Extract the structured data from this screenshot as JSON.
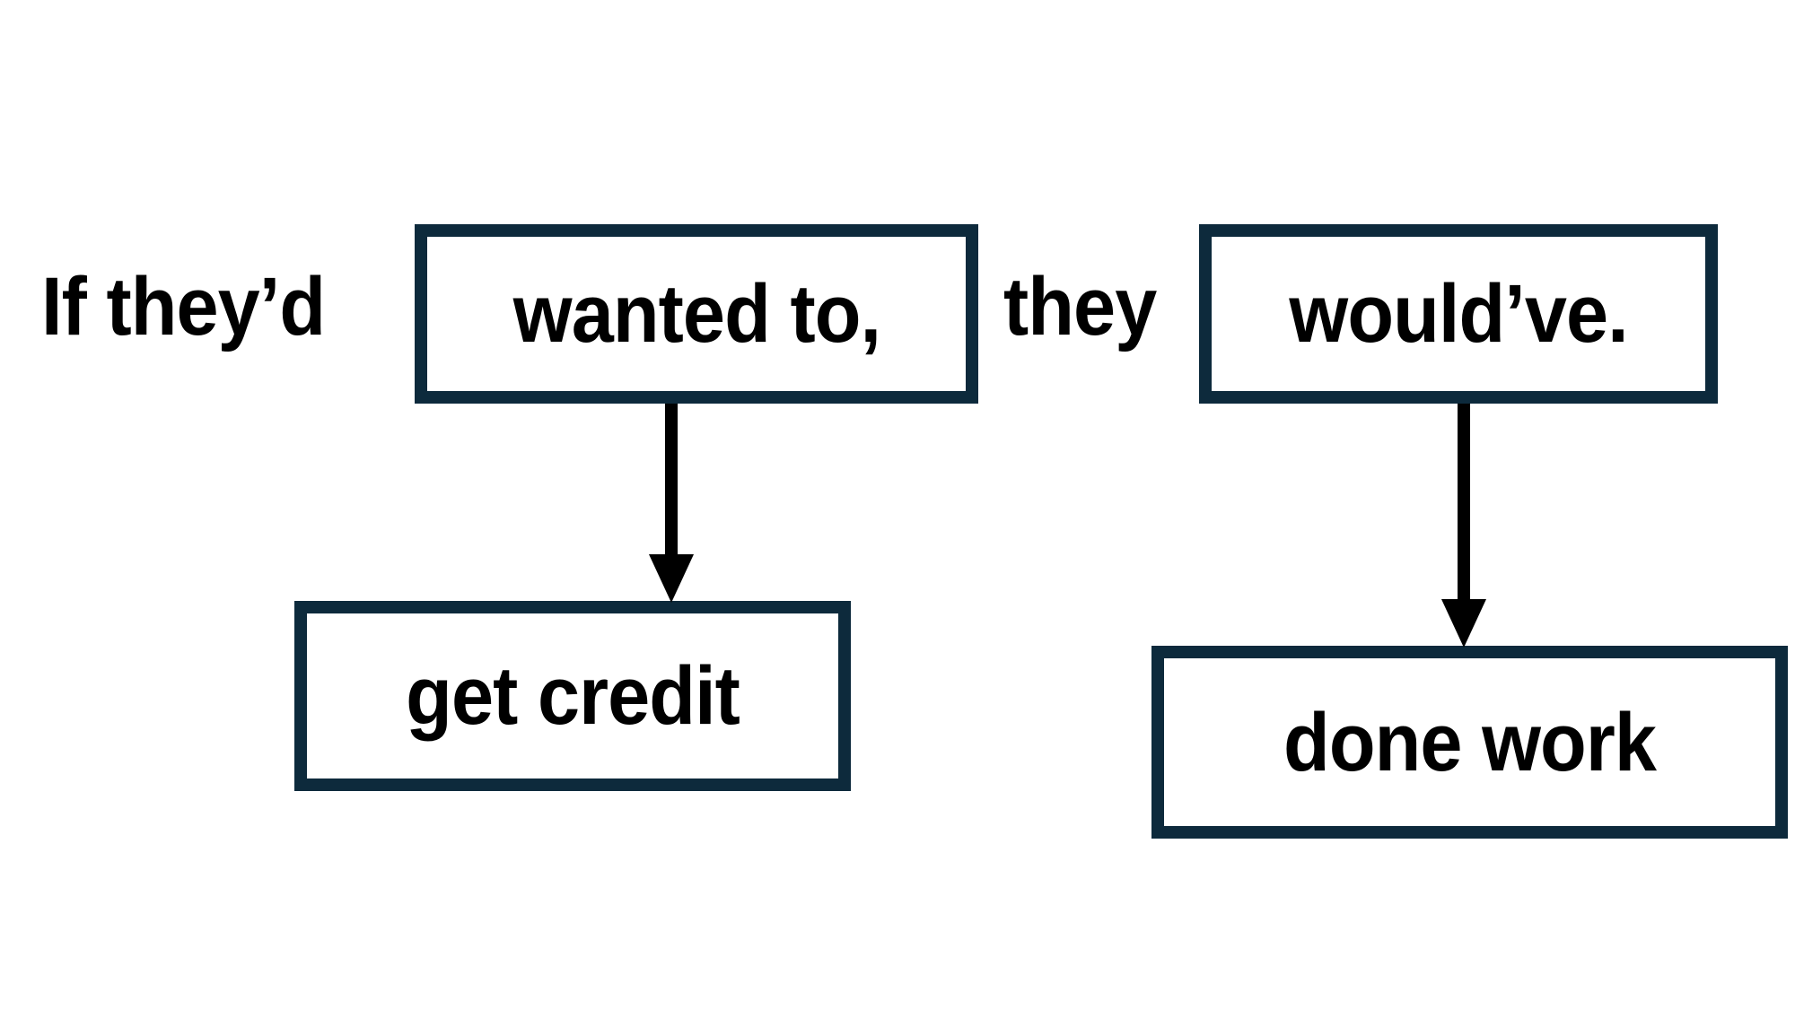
{
  "diagram": {
    "type": "ellipsis-annotation-diagram",
    "background_color": "#ffffff",
    "box_border_color": "#0d2a3c",
    "text_color": "#000000",
    "arrow_color": "#000000",
    "sentence": "If they’d wanted to, they would’ve.",
    "fragments": [
      {
        "id": "if-theyd",
        "text": "If they’d",
        "boxed": false
      },
      {
        "id": "wanted-to",
        "text": "wanted to,",
        "boxed": true
      },
      {
        "id": "they",
        "text": "they",
        "boxed": false
      },
      {
        "id": "wouldve",
        "text": "would’ve.",
        "boxed": true
      }
    ],
    "elided_boxes": [
      {
        "id": "get-credit",
        "text": "get credit",
        "source": "wanted-to"
      },
      {
        "id": "done-work",
        "text": "done work",
        "source": "wouldve"
      }
    ],
    "arrows": [
      {
        "id": "arrow-left",
        "from": "wanted-to",
        "to": "get-credit",
        "direction": "down"
      },
      {
        "id": "arrow-right",
        "from": "wouldve",
        "to": "done-work",
        "direction": "down"
      }
    ]
  }
}
